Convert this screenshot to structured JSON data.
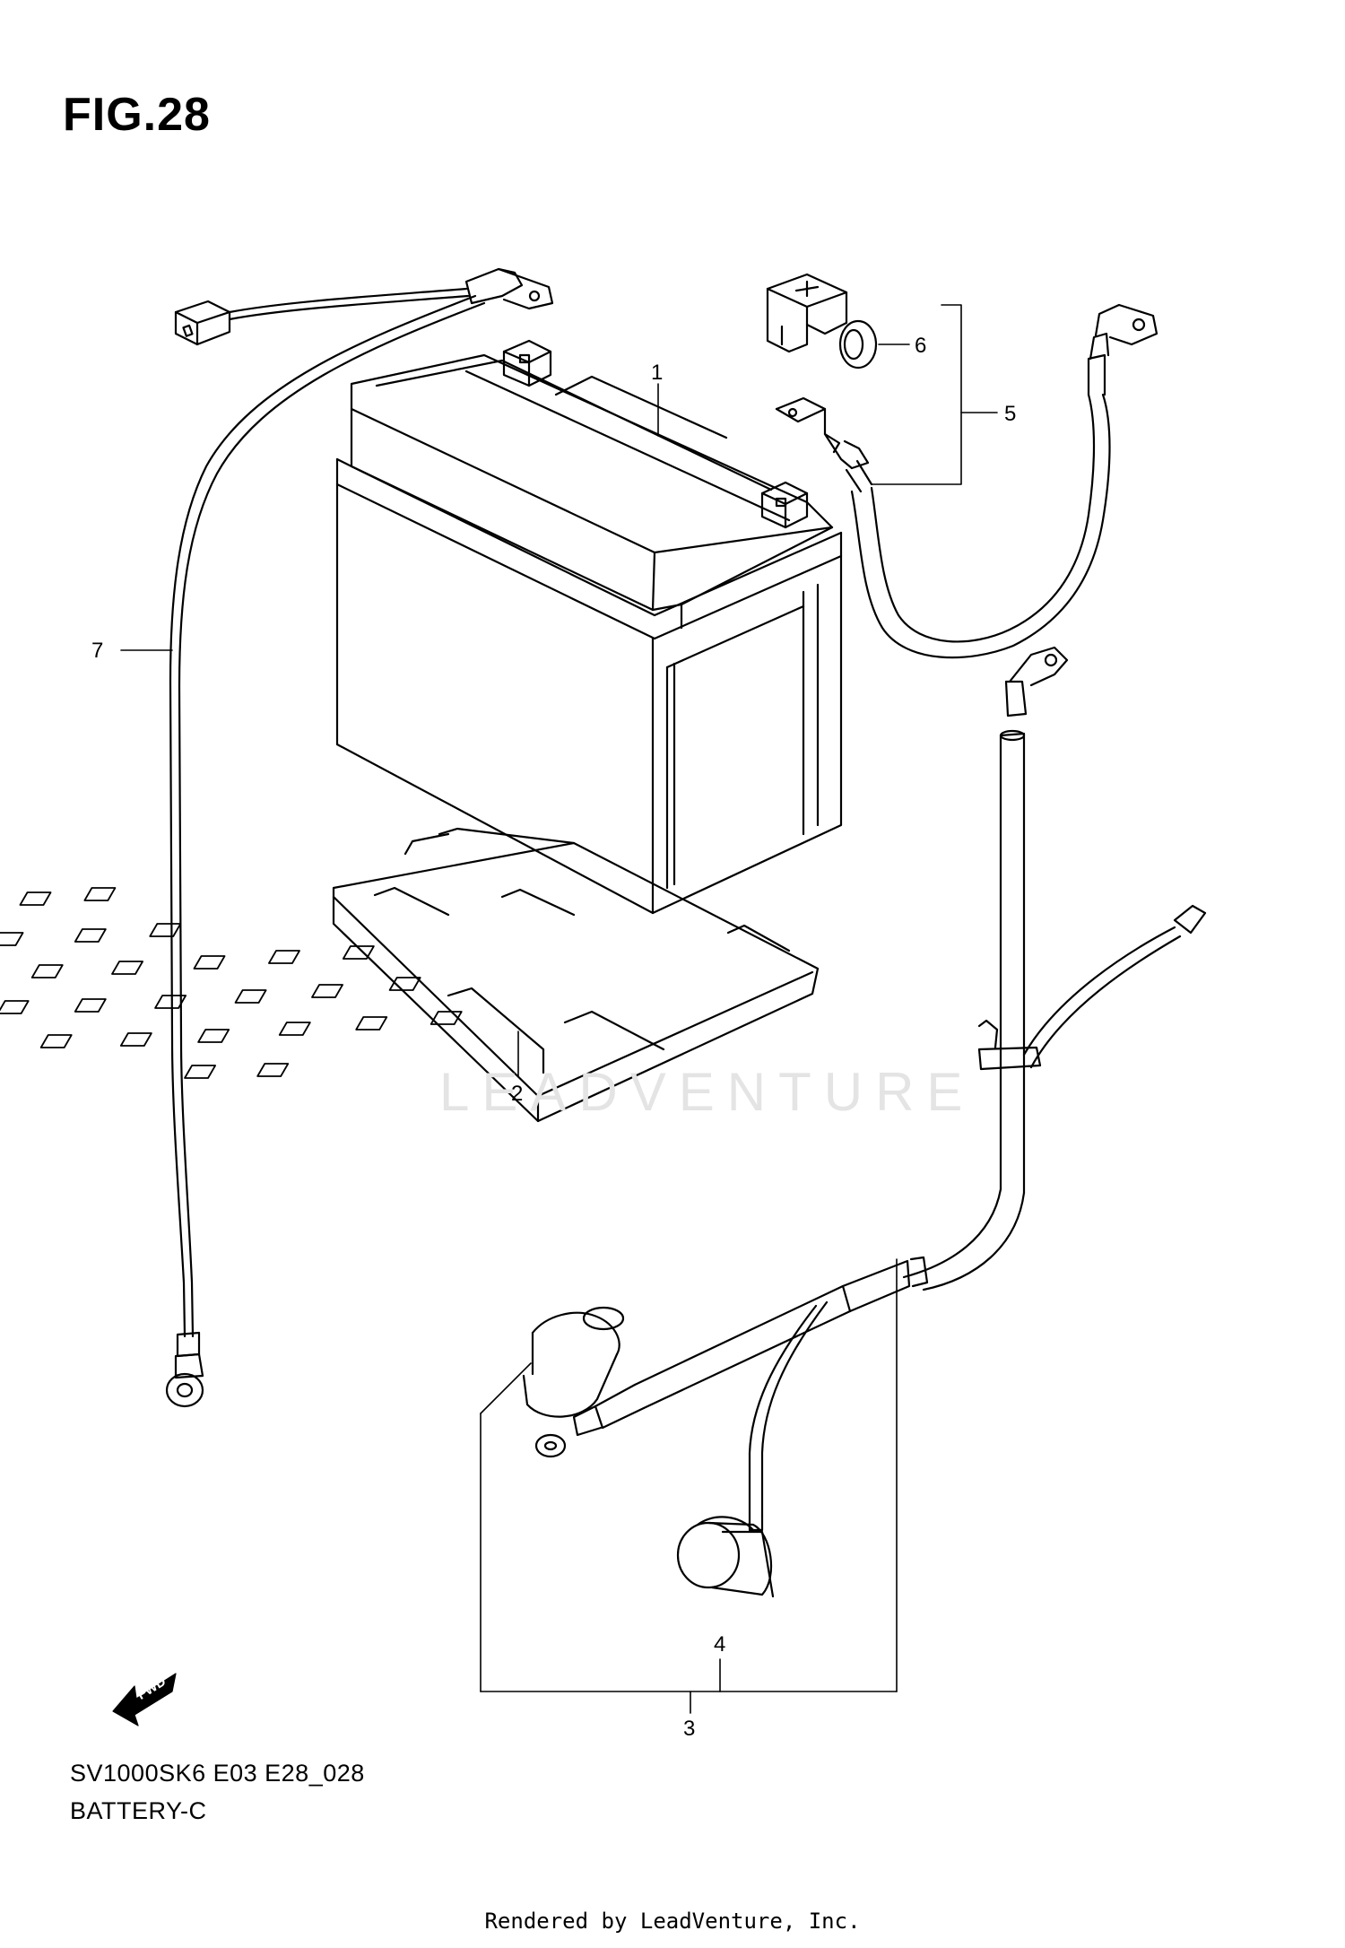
{
  "figure": {
    "title": "FIG.28",
    "model_code": "SV1000SK6 E03 E28_028",
    "assembly_name": "BATTERY-C",
    "render_note": "Rendered by LeadVenture, Inc.",
    "watermark": "LEADVENTURE"
  },
  "callouts": [
    "1",
    "2",
    "3",
    "4",
    "5",
    "6",
    "7"
  ],
  "fwd_indicator": {
    "label": "FWD",
    "icon": "forward-arrow-icon"
  },
  "parts": [
    {
      "ref": "1",
      "icon": "battery-icon"
    },
    {
      "ref": "2",
      "icon": "battery-tray-icon"
    },
    {
      "ref": "3",
      "icon": "negative-lead-assembly-icon"
    },
    {
      "ref": "4",
      "icon": "connector-cap-icon"
    },
    {
      "ref": "5",
      "icon": "positive-lead-icon"
    },
    {
      "ref": "6",
      "icon": "terminal-cover-icon"
    },
    {
      "ref": "7",
      "icon": "harness-lead-icon"
    }
  ]
}
